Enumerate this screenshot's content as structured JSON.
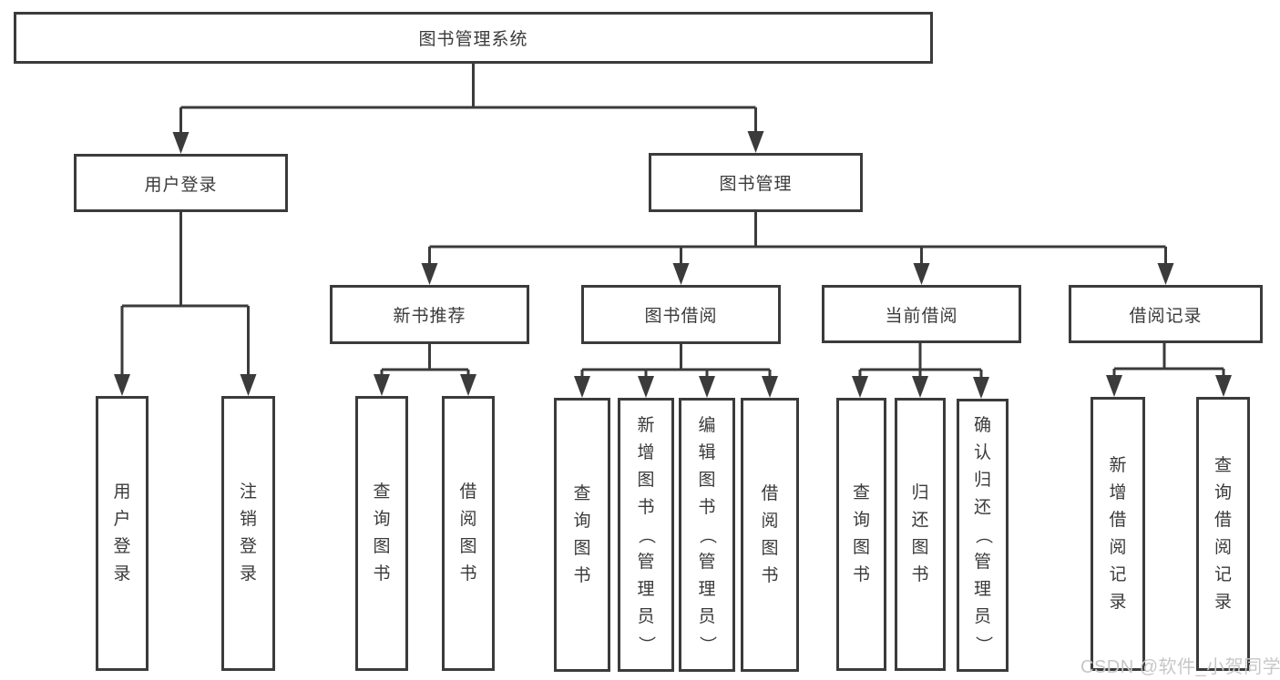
{
  "diagram": {
    "title": "图书管理系统",
    "nodes": {
      "root": "图书管理系统",
      "user_login": "用户登录",
      "book_management": "图书管理",
      "new_book_recommend": "新书推荐",
      "book_borrowing": "图书借阅",
      "current_borrowing": "当前借阅",
      "borrowing_records": "借阅记录",
      "user_login_leaf": "用户登录",
      "logout_leaf": "注销登录",
      "nbr_query_books": "查询图书",
      "nbr_borrow_books": "借阅图书",
      "bb_query_books": "查询图书",
      "bb_add_books_admin": "新增图书（管理员）",
      "bb_edit_books_admin": "编辑图书（管理员）",
      "bb_borrow_books": "借阅图书",
      "cb_query_books": "查询图书",
      "cb_return_books": "归还图书",
      "cb_confirm_return_admin": "确认归还（管理员）",
      "br_add_record": "新增借阅记录",
      "br_query_record": "查询借阅记录"
    },
    "colors": {
      "line": "#3b3b3b",
      "text": "#3a3a3a",
      "background": "#ffffff",
      "watermark": "#c7c7c7"
    },
    "watermark": "CSDN @软件_小贺同学"
  }
}
